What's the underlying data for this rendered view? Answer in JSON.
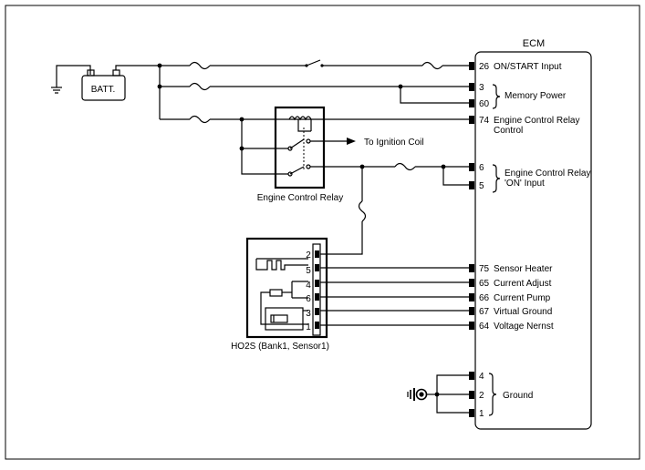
{
  "ecm": {
    "title": "ECM",
    "pins": [
      {
        "num": "26",
        "label": "ON/START Input"
      },
      {
        "num": "3",
        "label": ""
      },
      {
        "num": "60",
        "label": ""
      },
      {
        "num": "74",
        "label": "Engine Control Relay"
      },
      {
        "num": "",
        "label": "Control"
      },
      {
        "num": "6",
        "label": ""
      },
      {
        "num": "5",
        "label": ""
      },
      {
        "num": "75",
        "label": "Sensor Heater"
      },
      {
        "num": "65",
        "label": "Current Adjust"
      },
      {
        "num": "66",
        "label": "Current Pump"
      },
      {
        "num": "67",
        "label": "Virtual Ground"
      },
      {
        "num": "64",
        "label": "Voltage Nernst"
      },
      {
        "num": "4",
        "label": ""
      },
      {
        "num": "2",
        "label": ""
      },
      {
        "num": "1",
        "label": ""
      }
    ],
    "memory_power": "Memory Power",
    "relay_on_input_1": "Engine Control Relay",
    "relay_on_input_2": "'ON' Input",
    "ground": "Ground"
  },
  "battery": {
    "label": "BATT."
  },
  "relay": {
    "label": "Engine Control Relay",
    "to_ignition": "To Ignition Coil"
  },
  "sensor": {
    "label": "HO2S (Bank1, Sensor1)",
    "pins": [
      "2",
      "5",
      "4",
      "6",
      "3",
      "1"
    ]
  }
}
